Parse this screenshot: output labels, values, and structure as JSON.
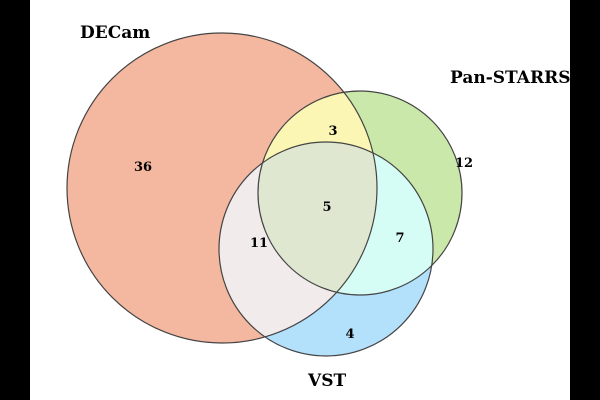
{
  "chart_data": {
    "type": "venn",
    "sets": [
      {
        "label": "DECam",
        "color": "#f4b8a0"
      },
      {
        "label": "Pan-STARRS",
        "color": "#c9e8aa"
      },
      {
        "label": "VST",
        "color": "#b3e0fb"
      }
    ],
    "regions": [
      {
        "sets": [
          "DECam"
        ],
        "value": "36",
        "color": "#f4b8a0"
      },
      {
        "sets": [
          "Pan-STARRS"
        ],
        "value": "12",
        "color": "#c9e8aa"
      },
      {
        "sets": [
          "VST"
        ],
        "value": "4",
        "color": "#b3e0fb"
      },
      {
        "sets": [
          "DECam",
          "Pan-STARRS"
        ],
        "value": "3",
        "color": "#fcf6b4"
      },
      {
        "sets": [
          "DECam",
          "VST"
        ],
        "value": "11",
        "color": "#f1eceb"
      },
      {
        "sets": [
          "Pan-STARRS",
          "VST"
        ],
        "value": "7",
        "color": "#d6fdf5"
      },
      {
        "sets": [
          "DECam",
          "Pan-STARRS",
          "VST"
        ],
        "value": "5",
        "color": "#dfe7d0"
      }
    ]
  }
}
